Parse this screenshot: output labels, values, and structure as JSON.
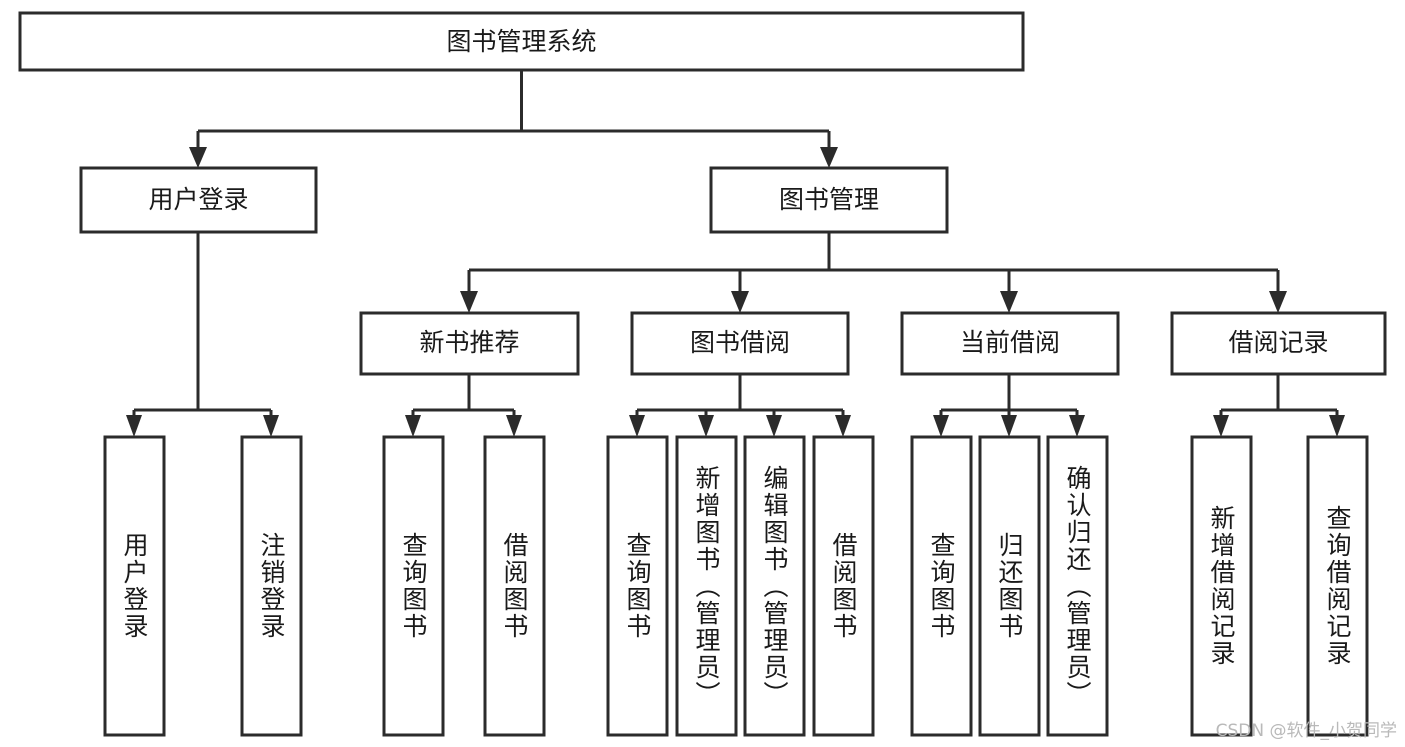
{
  "diagram": {
    "title": "图书管理系统",
    "type": "hierarchy-tree",
    "watermark": "CSDN @软件_小贺同学",
    "colors": {
      "stroke": "#2b2b2b",
      "fill": "#ffffff",
      "text": "#1a1a1a",
      "watermark": "#b9b9b9"
    },
    "root": {
      "label": "图书管理系统"
    },
    "level1": [
      {
        "label": "用户登录"
      },
      {
        "label": "图书管理"
      }
    ],
    "level2": [
      {
        "label": "新书推荐"
      },
      {
        "label": "图书借阅"
      },
      {
        "label": "当前借阅"
      },
      {
        "label": "借阅记录"
      }
    ],
    "leaves": {
      "user_login": [
        {
          "label": "用户登录"
        },
        {
          "label": "注销登录"
        }
      ],
      "new_book_recommend": [
        {
          "label": "查询图书"
        },
        {
          "label": "借阅图书"
        }
      ],
      "book_borrow": [
        {
          "label": "查询图书"
        },
        {
          "label": "新增图书（管理员）"
        },
        {
          "label": "编辑图书（管理员）"
        },
        {
          "label": "借阅图书"
        }
      ],
      "current_borrow": [
        {
          "label": "查询图书"
        },
        {
          "label": "归还图书"
        },
        {
          "label": "确认归还（管理员）"
        }
      ],
      "borrow_record": [
        {
          "label": "新增借阅记录"
        },
        {
          "label": "查询借阅记录"
        }
      ]
    }
  }
}
